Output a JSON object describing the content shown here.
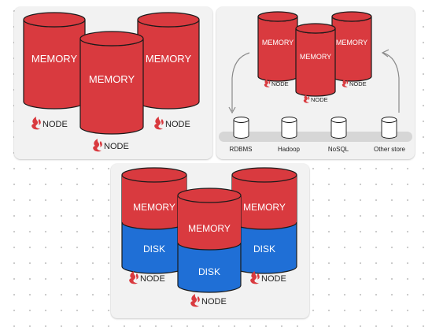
{
  "colors": {
    "memory": "#d93a3f",
    "memory_dark": "#a9262b",
    "disk": "#1f6fd6",
    "disk_dark": "#1556ad",
    "logo": "#d93a3f",
    "store": "#ffffff"
  },
  "icons": {
    "node_logo": "flame-logo-icon",
    "store": "database-icon",
    "arrow": "curved-arrow-icon"
  },
  "panel_a": {
    "cylinders": [
      "MEMORY",
      "MEMORY",
      "MEMORY"
    ],
    "nodes": [
      "NODE",
      "NODE",
      "NODE"
    ]
  },
  "panel_b": {
    "cylinders": [
      "MEMORY",
      "MEMORY",
      "MEMORY"
    ],
    "nodes": [
      "NODE",
      "NODE",
      "NODE"
    ],
    "stores": [
      "RDBMS",
      "Hadoop",
      "NoSQL",
      "Other store"
    ]
  },
  "panel_c": {
    "tiers": [
      {
        "memory": "MEMORY",
        "disk": "DISK"
      },
      {
        "memory": "MEMORY",
        "disk": "DISK"
      },
      {
        "memory": "MEMORY",
        "disk": "DISK"
      }
    ],
    "nodes": [
      "NODE",
      "NODE",
      "NODE"
    ]
  }
}
